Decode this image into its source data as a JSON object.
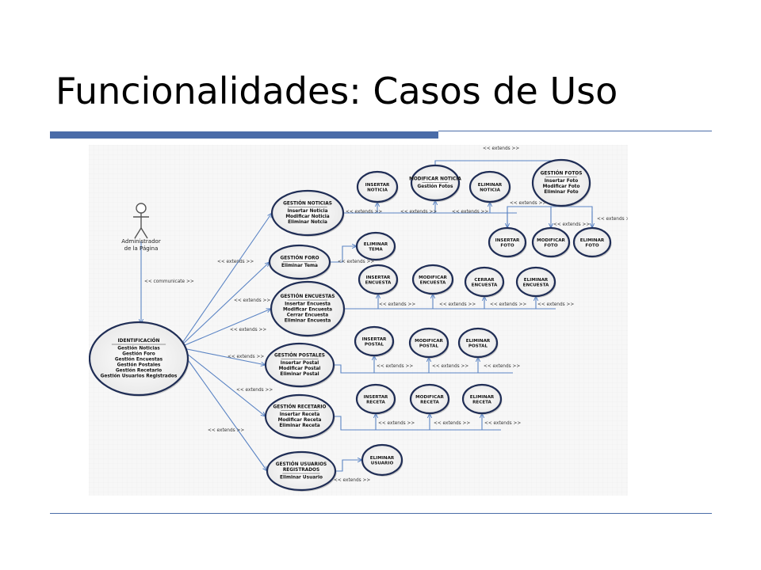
{
  "slide": {
    "title": "Funcionalidades: Casos de Uso"
  },
  "diagram": {
    "actor": {
      "name": [
        "Administrador",
        "de la Página"
      ]
    },
    "communicate_label": "<< communicate >>",
    "extends_label": "<< extends >>",
    "usecases": [
      {
        "id": "identificacion",
        "title": "IDENTIFICACIÓN",
        "ops": [
          "Gestión Noticias",
          "Gestión Foro",
          "Gestión Encuestas",
          "Gestión Postales",
          "Gestión Recetario",
          "Gestión Usuarios Registrados"
        ]
      },
      {
        "id": "gestion-noticias",
        "title": "GESTIÓN NOTICIAS",
        "ops": [
          "Insertar Noticia",
          "Modificar Noticia",
          "Eliminar Notcia"
        ]
      },
      {
        "id": "gestion-foro",
        "title": "GESTIÓN FORO",
        "ops": [
          "Eliminar Tema"
        ]
      },
      {
        "id": "gestion-encuestas",
        "title": "GESTIÓN ENCUESTAS",
        "ops": [
          "Insertar Encuesta",
          "Modificar Encuesta",
          "Cerrar Encuesta",
          "Eliminar Encuesta"
        ]
      },
      {
        "id": "gestion-postales",
        "title": "GESTIÓN POSTALES",
        "ops": [
          "Insertar Postal",
          "Modificar Postal",
          "Eliminar Postal"
        ]
      },
      {
        "id": "gestion-recetario",
        "title": "GESTIÓN RECETARIO",
        "ops": [
          "Insertar Receta",
          "Modificar Receta",
          "Eliminar Receta"
        ]
      },
      {
        "id": "gestion-usuarios",
        "title": "GESTIÓN USUARIOS REGISTRADOS",
        "ops": [
          "Eliminar Usuario"
        ]
      },
      {
        "id": "insertar-noticia",
        "title": "INSERTAR NOTICIA",
        "ops": []
      },
      {
        "id": "modificar-noticia",
        "title": "MODIFICAR NOTICIA",
        "ops": [
          "Gestión Fotos"
        ]
      },
      {
        "id": "eliminar-noticia",
        "title": "ELIMINAR NOTICIA",
        "ops": []
      },
      {
        "id": "gestion-fotos",
        "title": "GESTIÓN FOTOS",
        "ops": [
          "Insertar Foto",
          "Modificar Foto",
          "Eliminar Foto"
        ]
      },
      {
        "id": "insertar-foto",
        "title": "INSERTAR FOTO",
        "ops": []
      },
      {
        "id": "modificar-foto",
        "title": "MODIFICAR FOTO",
        "ops": []
      },
      {
        "id": "eliminar-foto",
        "title": "ELIMINAR FOTO",
        "ops": []
      },
      {
        "id": "eliminar-tema",
        "title": "ELIMINAR TEMA",
        "ops": []
      },
      {
        "id": "insertar-encuesta",
        "title": "INSERTAR ENCUESTA",
        "ops": []
      },
      {
        "id": "modificar-encuesta",
        "title": "MODIFICAR ENCUESTA",
        "ops": []
      },
      {
        "id": "cerrar-encuesta",
        "title": "CERRAR ENCUESTA",
        "ops": []
      },
      {
        "id": "eliminar-encuesta",
        "title": "ELIMINAR ENCUESTA",
        "ops": []
      },
      {
        "id": "insertar-postal",
        "title": "INSERTAR POSTAL",
        "ops": []
      },
      {
        "id": "modificar-postal",
        "title": "MODIFICAR POSTAL",
        "ops": []
      },
      {
        "id": "eliminar-postal",
        "title": "ELIMINAR POSTAL",
        "ops": []
      },
      {
        "id": "insertar-receta",
        "title": "INSERTAR RECETA",
        "ops": []
      },
      {
        "id": "modificar-receta",
        "title": "MODIFICAR RECETA",
        "ops": []
      },
      {
        "id": "eliminar-receta",
        "title": "ELIMINAR RECETA",
        "ops": []
      },
      {
        "id": "eliminar-usuario",
        "title": "ELIMINAR USUARIO",
        "ops": []
      }
    ]
  }
}
